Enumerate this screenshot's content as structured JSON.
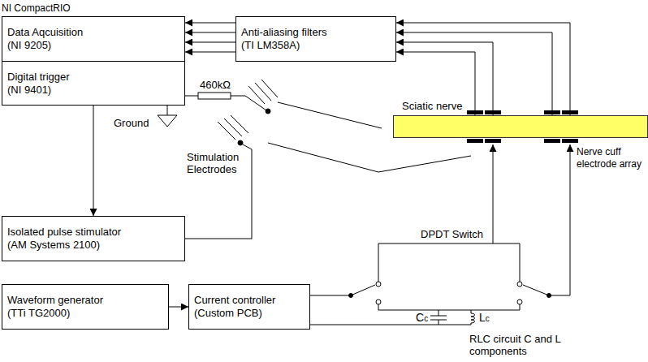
{
  "diagram": {
    "nodes": [
      {
        "text": [
          "Data Aqcuisition (NI 9205)"
        ]
      },
      {
        "text": [
          "Digital trigger (NI 9401)"
        ]
      },
      {
        "text": [
          "Anti-aliasing filters (TI LM358A)"
        ]
      },
      {
        "text": [
          "Sciatic nerve"
        ]
      },
      {
        "text": [
          "Isolated pulse stimulator (AM Systems 2100)"
        ]
      },
      {
        "text": [
          "Waveform generator (TTi TG2000)"
        ]
      },
      {
        "text": [
          "Current controller (Custom PCB)"
        ]
      }
    ],
    "edges": [
      {
        "from": 2,
        "to": 0,
        "arrow": "to"
      },
      {
        "from": 2,
        "to": 0,
        "arrow": "to"
      },
      {
        "from": 2,
        "to": 0,
        "arrow": "to"
      },
      {
        "from": 2,
        "to": 0,
        "arrow": "to"
      },
      {
        "from": 3,
        "to": 2,
        "arrow": "to"
      },
      {
        "from": 3,
        "to": 2,
        "arrow": "to"
      },
      {
        "from": 3,
        "to": 2,
        "arrow": "to"
      },
      {
        "from": 3,
        "to": 2,
        "arrow": "to"
      },
      {
        "from": 1,
        "to": 4,
        "arrow": "to"
      },
      {
        "from": 5,
        "to": 6,
        "arrow": "to"
      }
    ],
    "labels": [
      "NI CompactRIO",
      "460kΩ",
      "Ground",
      "Stimulation Electrodes",
      "Nerve cuff electrode array",
      "DPDT Switch",
      "Cc",
      "Lc",
      "RLC circuit C and L components"
    ]
  }
}
